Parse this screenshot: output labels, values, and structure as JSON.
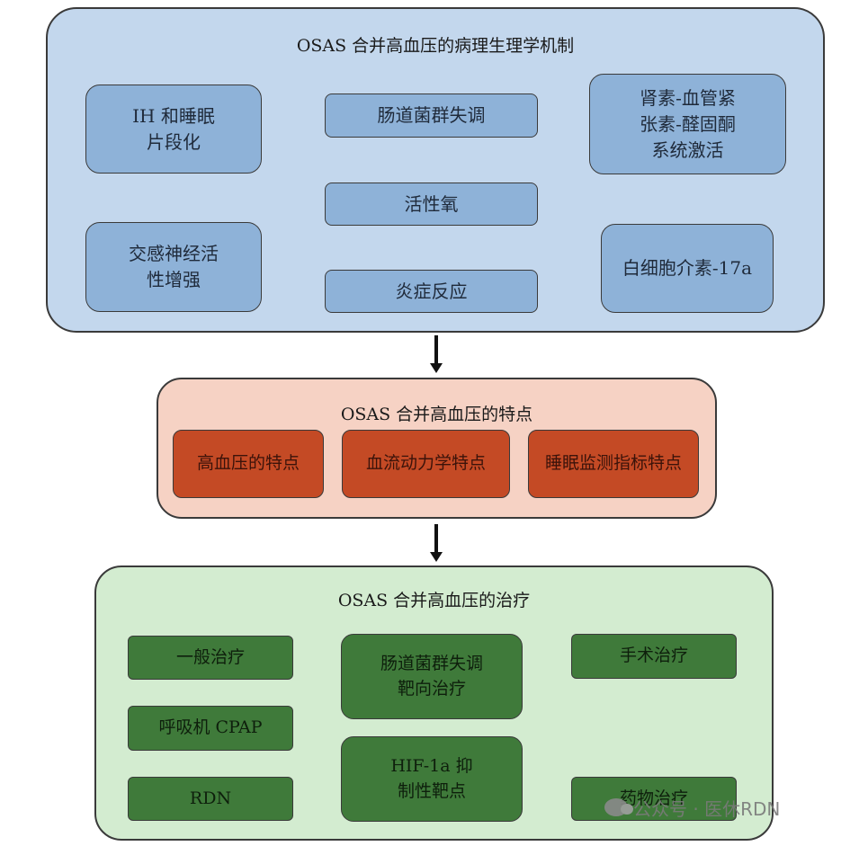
{
  "sections": {
    "mechanism": {
      "title": "OSAS 合并高血压的病理生理学机制",
      "items": [
        [
          "IH 和睡眠",
          "片段化"
        ],
        [
          "肠道菌群失调"
        ],
        [
          "肾素-血管紧",
          "张素-醛固酮",
          "系统激活"
        ],
        [
          "活性氧"
        ],
        [
          "交感神经活",
          "性增强"
        ],
        [
          "炎症反应"
        ],
        [
          "白细胞介素-17a"
        ]
      ]
    },
    "features": {
      "title": "OSAS 合并高血压的特点",
      "items": [
        "高血压的特点",
        "血流动力学特点",
        "睡眠监测指标特点"
      ]
    },
    "treatment": {
      "title": "OSAS 合并高血压的治疗",
      "items": [
        [
          "一般治疗"
        ],
        [
          "肠道菌群失调",
          "靶向治疗"
        ],
        [
          "手术治疗"
        ],
        [
          "呼吸机 CPAP"
        ],
        [
          "HIF-1a 抑",
          "制性靶点"
        ],
        [
          "RDN"
        ],
        [
          "药物治疗"
        ]
      ]
    }
  },
  "watermark": {
    "text": "公众号 · 医休RDN"
  },
  "colors": {
    "mechanism_panel": "#c3d7ed",
    "mechanism_box": "#8eb2d8",
    "features_panel": "#f6d2c4",
    "features_box": "#c44a25",
    "treatment_panel": "#d3ecd0",
    "treatment_box": "#3f7a3a"
  }
}
